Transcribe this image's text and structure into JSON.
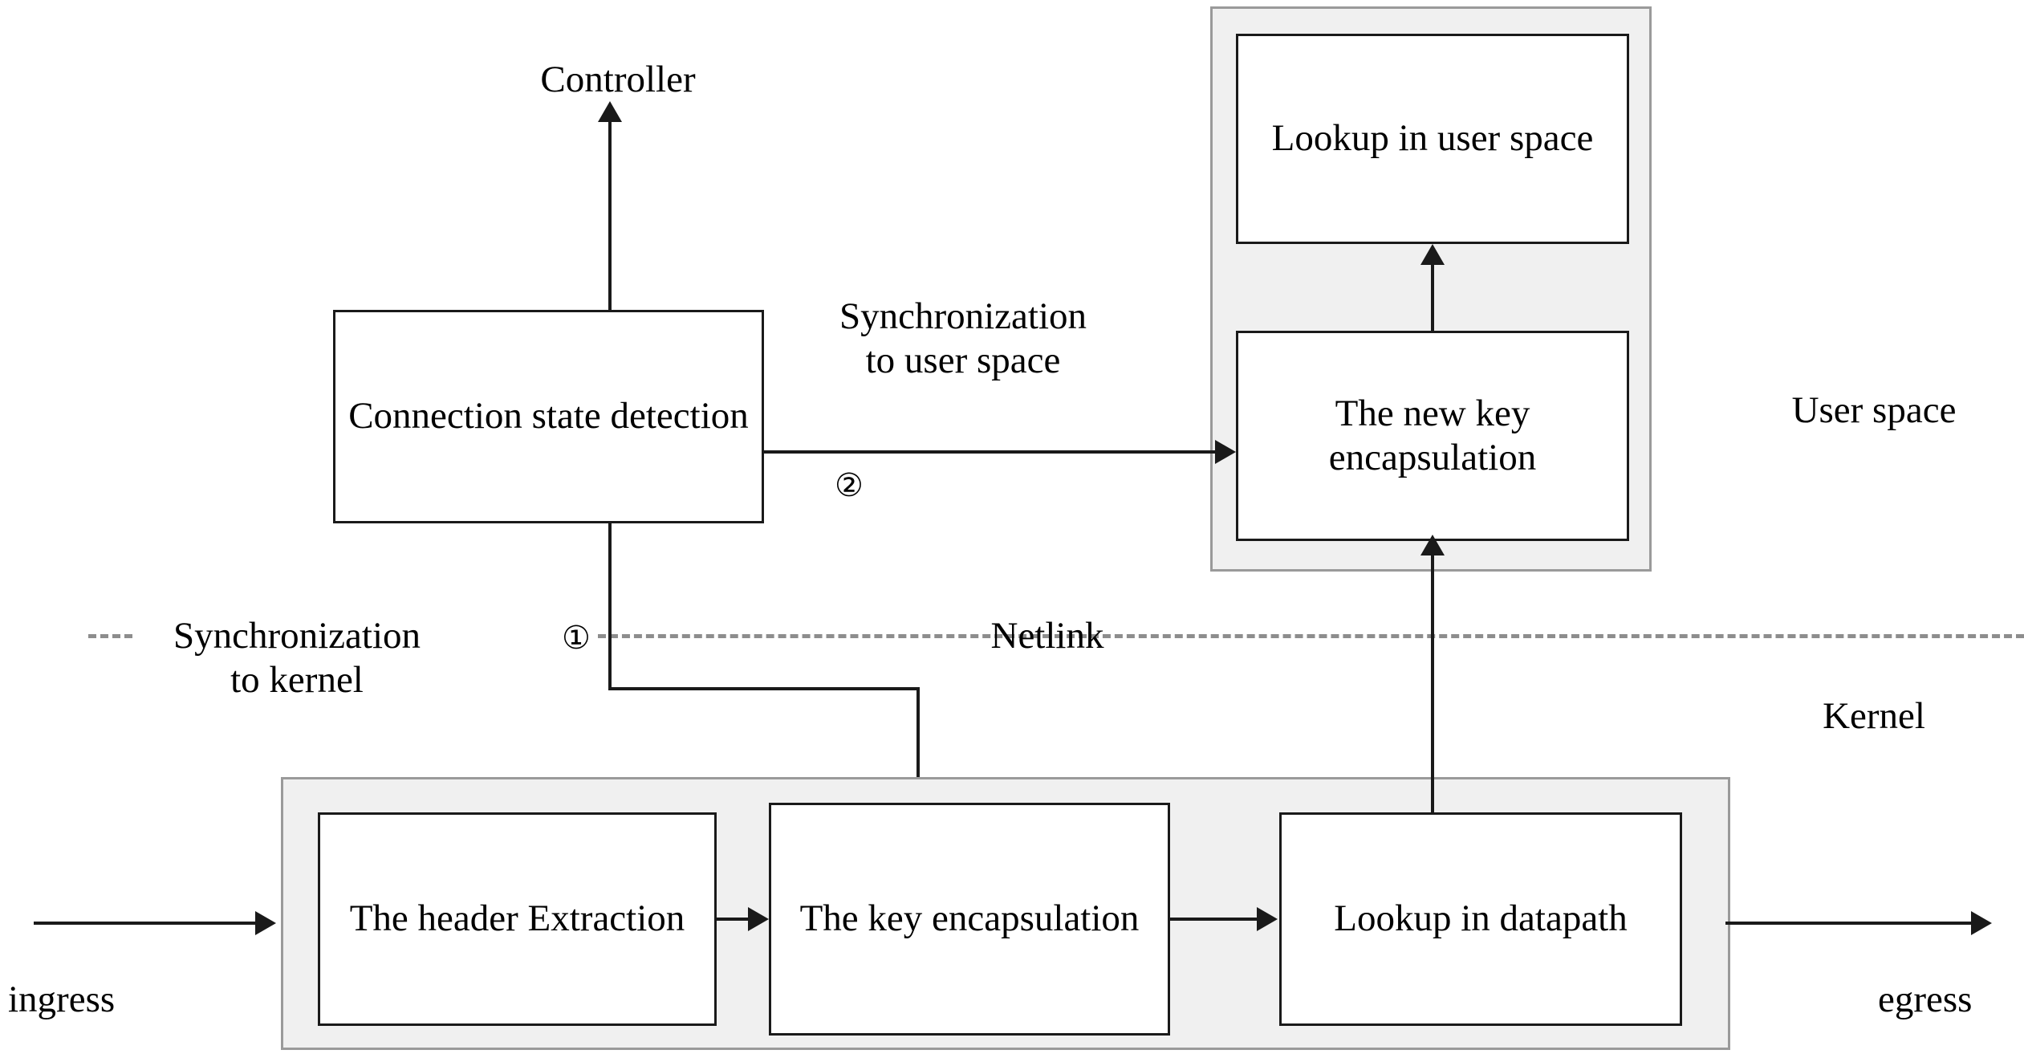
{
  "diagram": {
    "title": "OVS key encapsulation and connection state synchronization flow",
    "colors": {
      "panel_fill": "#f0f0f0",
      "panel_border": "#9a9a9a",
      "box_border": "#1a1a1a",
      "line": "#1a1a1a",
      "dashed_line": "#8d8d8d",
      "text": "#000000"
    }
  },
  "nodes": {
    "controller": "Controller",
    "connection_state_detection": "Connection\nstate detection",
    "lookup_in_user_space": "Lookup in user\nspace",
    "new_key_encapsulation": "The new key\nencapsulation",
    "header_extraction": "The header\nExtraction",
    "key_encapsulation": "The key\nencapsulation",
    "lookup_in_datapath": "Lookup\nin datapath"
  },
  "regions": {
    "user_space_label": "User space",
    "kernel_label": "Kernel",
    "boundary_label": "Netlink"
  },
  "edge_labels": {
    "sync_to_user_space": "Synchronization\nto user space",
    "sync_to_kernel": "Synchronization\nto kernel",
    "marker_one": "①",
    "marker_two": "②"
  },
  "io": {
    "ingress": "ingress",
    "egress": "egress"
  }
}
